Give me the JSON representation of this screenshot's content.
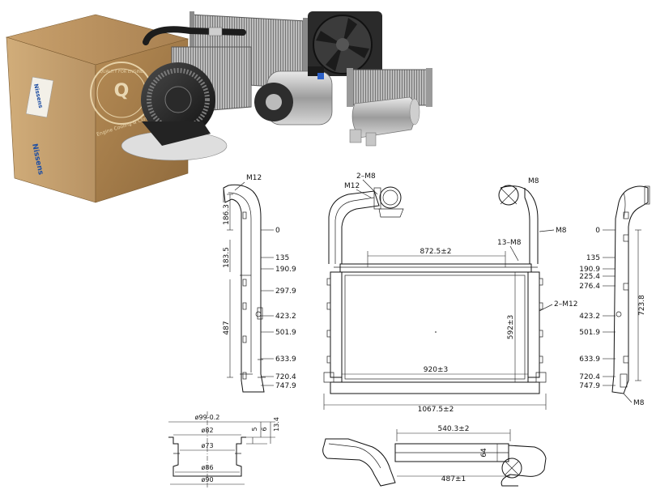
{
  "box": {
    "brand_top": "Nissens",
    "brand_side": "Nissens",
    "tagline": "Engine Cooling & Climate",
    "seal_text": "QUALITY FOR ENGINE"
  },
  "products": {
    "icons": [
      "condenser-icon",
      "fan-icon",
      "blower-motor-icon",
      "compressor-icon",
      "heater-core-icon",
      "drier-icon",
      "hose-icon"
    ]
  },
  "side_left": {
    "thread": "M12",
    "ticks": [
      "0",
      "135",
      "190.9",
      "297.9",
      "423.2",
      "501.9",
      "633.9",
      "720.4",
      "747.9"
    ],
    "dims": [
      "186.3",
      "183.5",
      "487"
    ]
  },
  "front": {
    "labels": {
      "m12": "M12",
      "two_m8": "2–M8",
      "thirteen_m8": "13–M8",
      "two_m12": "2–M12"
    },
    "dims": {
      "top_spacing": "872.5±2",
      "core_width": "920±3",
      "total_width": "1067.5±2",
      "core_height": "592±3"
    }
  },
  "side_right": {
    "thread_top": "M8",
    "thread_mid": "M8",
    "thread_bottom": "M8",
    "ticks": [
      "0",
      "135",
      "190.9",
      "225.4",
      "276.4",
      "423.2",
      "501.9",
      "633.9",
      "720.4",
      "747.9"
    ],
    "dims": [
      "723.8"
    ]
  },
  "section": {
    "d_top": "ø99-0.2",
    "d82": "ø82",
    "d73": "ø73",
    "d86": "ø86",
    "d90": "ø90",
    "h5": "5",
    "h6": "6",
    "h134": "13.4"
  },
  "bottom_view": {
    "span": "540.3±2",
    "depth": "64",
    "width": "487±1"
  }
}
